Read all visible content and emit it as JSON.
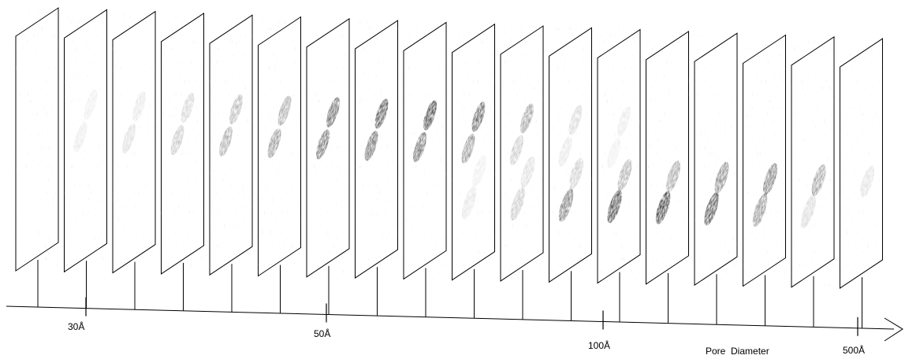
{
  "axis": {
    "label": "Pore  Diameter",
    "ticks": [
      "30Å",
      "50Å",
      "100Å",
      "500Å"
    ]
  },
  "colors": {
    "line": "#000000",
    "panel_fill": "#ffffff",
    "spot_base": "#000000"
  },
  "panels": [
    {
      "spots": []
    },
    {
      "spots": [
        {
          "region": "A",
          "intensity": 0.1
        },
        {
          "region": "B",
          "intensity": 0.08
        }
      ]
    },
    {
      "spots": [
        {
          "region": "A",
          "intensity": 0.16
        },
        {
          "region": "B",
          "intensity": 0.12
        }
      ]
    },
    {
      "spots": [
        {
          "region": "A",
          "intensity": 0.26
        },
        {
          "region": "B",
          "intensity": 0.2
        }
      ]
    },
    {
      "spots": [
        {
          "region": "A",
          "intensity": 0.4
        },
        {
          "region": "B",
          "intensity": 0.34
        }
      ]
    },
    {
      "spots": [
        {
          "region": "A",
          "intensity": 0.52
        },
        {
          "region": "B",
          "intensity": 0.42
        }
      ]
    },
    {
      "spots": [
        {
          "region": "A",
          "intensity": 0.68
        },
        {
          "region": "B",
          "intensity": 0.74
        }
      ]
    },
    {
      "spots": [
        {
          "region": "A",
          "intensity": 0.72
        },
        {
          "region": "B",
          "intensity": 0.82
        }
      ]
    },
    {
      "spots": [
        {
          "region": "A",
          "intensity": 0.7
        },
        {
          "region": "B",
          "intensity": 0.9
        }
      ]
    },
    {
      "spots": [
        {
          "region": "A",
          "intensity": 0.5
        },
        {
          "region": "B",
          "intensity": 0.74
        },
        {
          "region": "C",
          "intensity": 0.12
        },
        {
          "region": "D",
          "intensity": 0.08
        }
      ]
    },
    {
      "spots": [
        {
          "region": "A",
          "intensity": 0.26
        },
        {
          "region": "B",
          "intensity": 0.46
        },
        {
          "region": "C",
          "intensity": 0.26
        },
        {
          "region": "D",
          "intensity": 0.16
        }
      ]
    },
    {
      "spots": [
        {
          "region": "A",
          "intensity": 0.12
        },
        {
          "region": "B",
          "intensity": 0.18
        },
        {
          "region": "C",
          "intensity": 0.62
        },
        {
          "region": "D",
          "intensity": 0.24
        }
      ]
    },
    {
      "spots": [
        {
          "region": "A",
          "intensity": 0.08
        },
        {
          "region": "B",
          "intensity": 0.1
        },
        {
          "region": "C",
          "intensity": 0.88
        },
        {
          "region": "D",
          "intensity": 0.38
        }
      ]
    },
    {
      "spots": [
        {
          "region": "C",
          "intensity": 0.92
        },
        {
          "region": "D",
          "intensity": 0.42
        }
      ]
    },
    {
      "spots": [
        {
          "region": "C",
          "intensity": 0.84
        },
        {
          "region": "D",
          "intensity": 0.56
        }
      ]
    },
    {
      "spots": [
        {
          "region": "C",
          "intensity": 0.52
        },
        {
          "region": "D",
          "intensity": 0.62
        }
      ]
    },
    {
      "spots": [
        {
          "region": "C",
          "intensity": 0.18
        },
        {
          "region": "D",
          "intensity": 0.46
        }
      ]
    },
    {
      "spots": [
        {
          "region": "D",
          "intensity": 0.14
        }
      ]
    }
  ]
}
